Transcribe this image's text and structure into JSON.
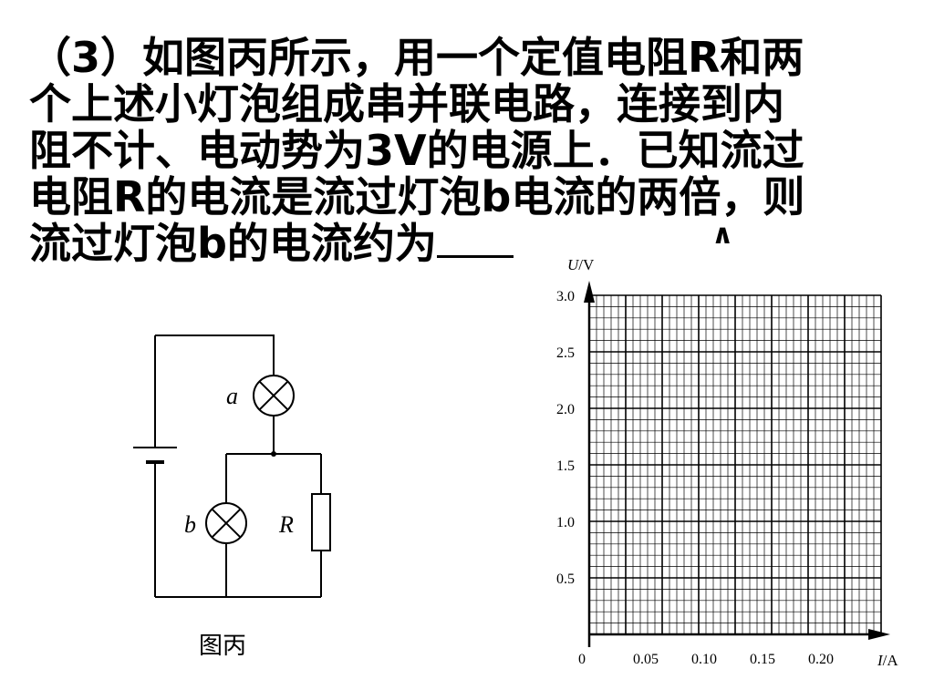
{
  "question": {
    "lines": [
      "（3）如图丙所示，用一个定值电阻R和两",
      "个上述小灯泡组成串并联电路，连接到内",
      "阻不计、电动势为3V的电源上．已知流过",
      "电阻R的电流是流过灯泡b电流的两倍，则",
      "流过灯泡b的电流约为"
    ],
    "caret": "∧"
  },
  "circuit": {
    "lamp_a_label": "a",
    "lamp_b_label": "b",
    "resistor_label": "R",
    "caption": "图丙"
  },
  "graph": {
    "y_axis_label_var": "U",
    "y_axis_label_unit": "/V",
    "x_axis_label_var": "I",
    "x_axis_label_unit": "/A",
    "origin_label": "0",
    "y_ticks": [
      "0.5",
      "1.0",
      "1.5",
      "2.0",
      "2.5",
      "3.0"
    ],
    "x_ticks": [
      "0.05",
      "0.10",
      "0.15",
      "0.20"
    ],
    "xlim": [
      0,
      0.25
    ],
    "ylim": [
      0,
      3.0
    ]
  }
}
